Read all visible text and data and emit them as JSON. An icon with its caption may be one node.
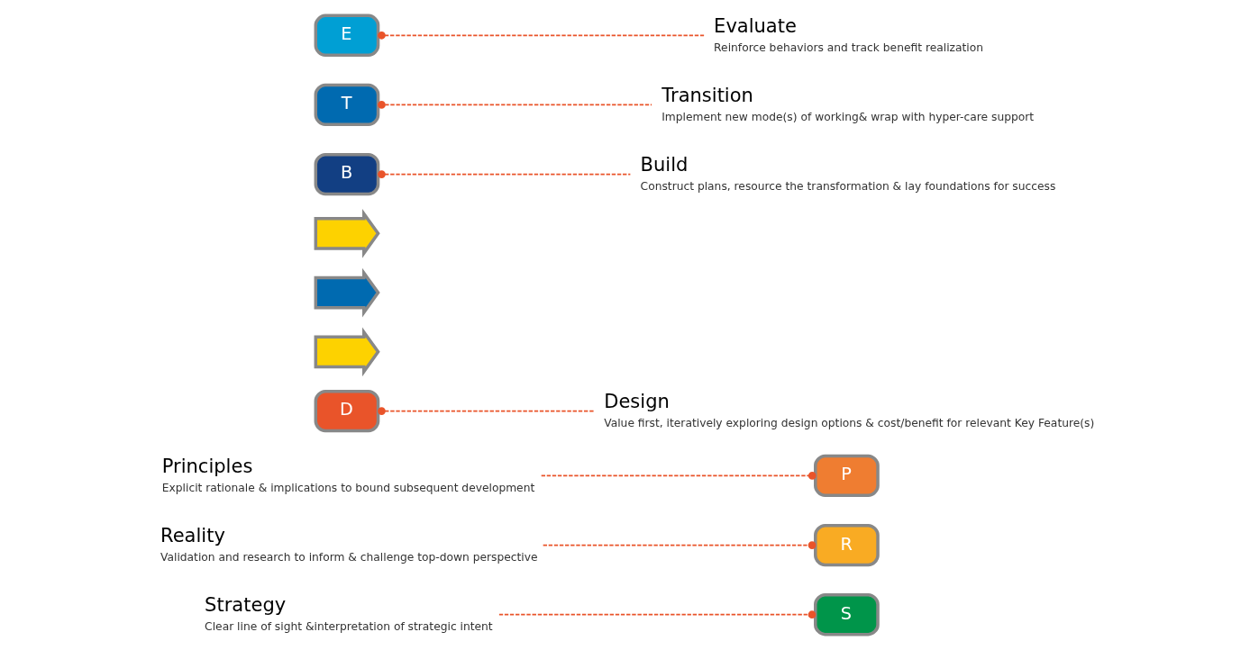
{
  "diagram": {
    "nodes": [
      {
        "text": [
          "S"
        ]
      },
      {
        "text": [
          "R"
        ]
      },
      {
        "text": [
          "P"
        ]
      },
      {
        "text": [
          "D"
        ]
      },
      {
        "text": [],
        "shape": "arrow"
      },
      {
        "text": [],
        "shape": "arrow"
      },
      {
        "text": [],
        "shape": "arrow"
      },
      {
        "text": [
          "B"
        ]
      },
      {
        "text": [
          "T"
        ]
      },
      {
        "text": [
          "E"
        ]
      },
      {
        "text": [
          "Strategy",
          "Clear line of sight &interpretation of strategic intent"
        ]
      },
      {
        "text": [
          "Reality",
          "Validation and research to inform & challenge top-down perspective"
        ]
      },
      {
        "text": [
          "Principles",
          "Explicit rationale & implications to bound subsequent development"
        ]
      },
      {
        "text": [
          "Design",
          "Value first, iteratively exploring design options & cost/benefit for relevant Key Feature(s)"
        ]
      },
      {
        "text": [
          "Build",
          "Construct plans, resource the transformation & lay foundations for success"
        ]
      },
      {
        "text": [
          "Transition",
          "Implement new mode(s) of working& wrap with hyper-care support"
        ]
      },
      {
        "text": [
          "Evaluate",
          "Reinforce behaviors and track benefit realization"
        ]
      }
    ],
    "edges": [
      {
        "from": 10,
        "to": 0,
        "arrow": "other",
        "style": "dashed"
      },
      {
        "from": 11,
        "to": 1,
        "arrow": "other",
        "style": "dashed"
      },
      {
        "from": 12,
        "to": 2,
        "arrow": "other",
        "style": "dashed"
      },
      {
        "from": 13,
        "to": 3,
        "arrow": "other",
        "style": "dashed"
      },
      {
        "from": 14,
        "to": 7,
        "arrow": "other",
        "style": "dashed"
      },
      {
        "from": 15,
        "to": 8,
        "arrow": "other",
        "style": "dashed"
      },
      {
        "from": 16,
        "to": 9,
        "arrow": "other",
        "style": "dashed"
      }
    ]
  }
}
